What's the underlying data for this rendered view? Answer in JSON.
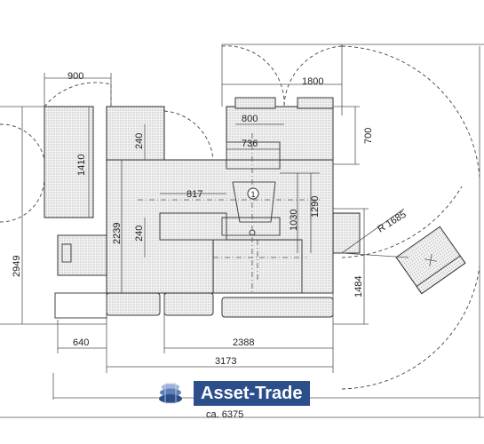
{
  "dimensions": {
    "d900": "900",
    "d1800": "1800",
    "d800": "800",
    "d700": "700",
    "d240_top": "240",
    "d736": "736",
    "d1410": "1410",
    "d817": "817",
    "d1030": "1030",
    "d1290": "1290",
    "d2239": "2239",
    "d240_mid": "240",
    "d2949": "2949",
    "radius": "R 1685",
    "d1484": "1484",
    "d640": "640",
    "d2388": "2388",
    "d3173": "3173",
    "d_total": "ca. 6375"
  },
  "marker": "1",
  "watermark": {
    "brand": "Asset-Trade",
    "color": "#2c4f8c"
  }
}
